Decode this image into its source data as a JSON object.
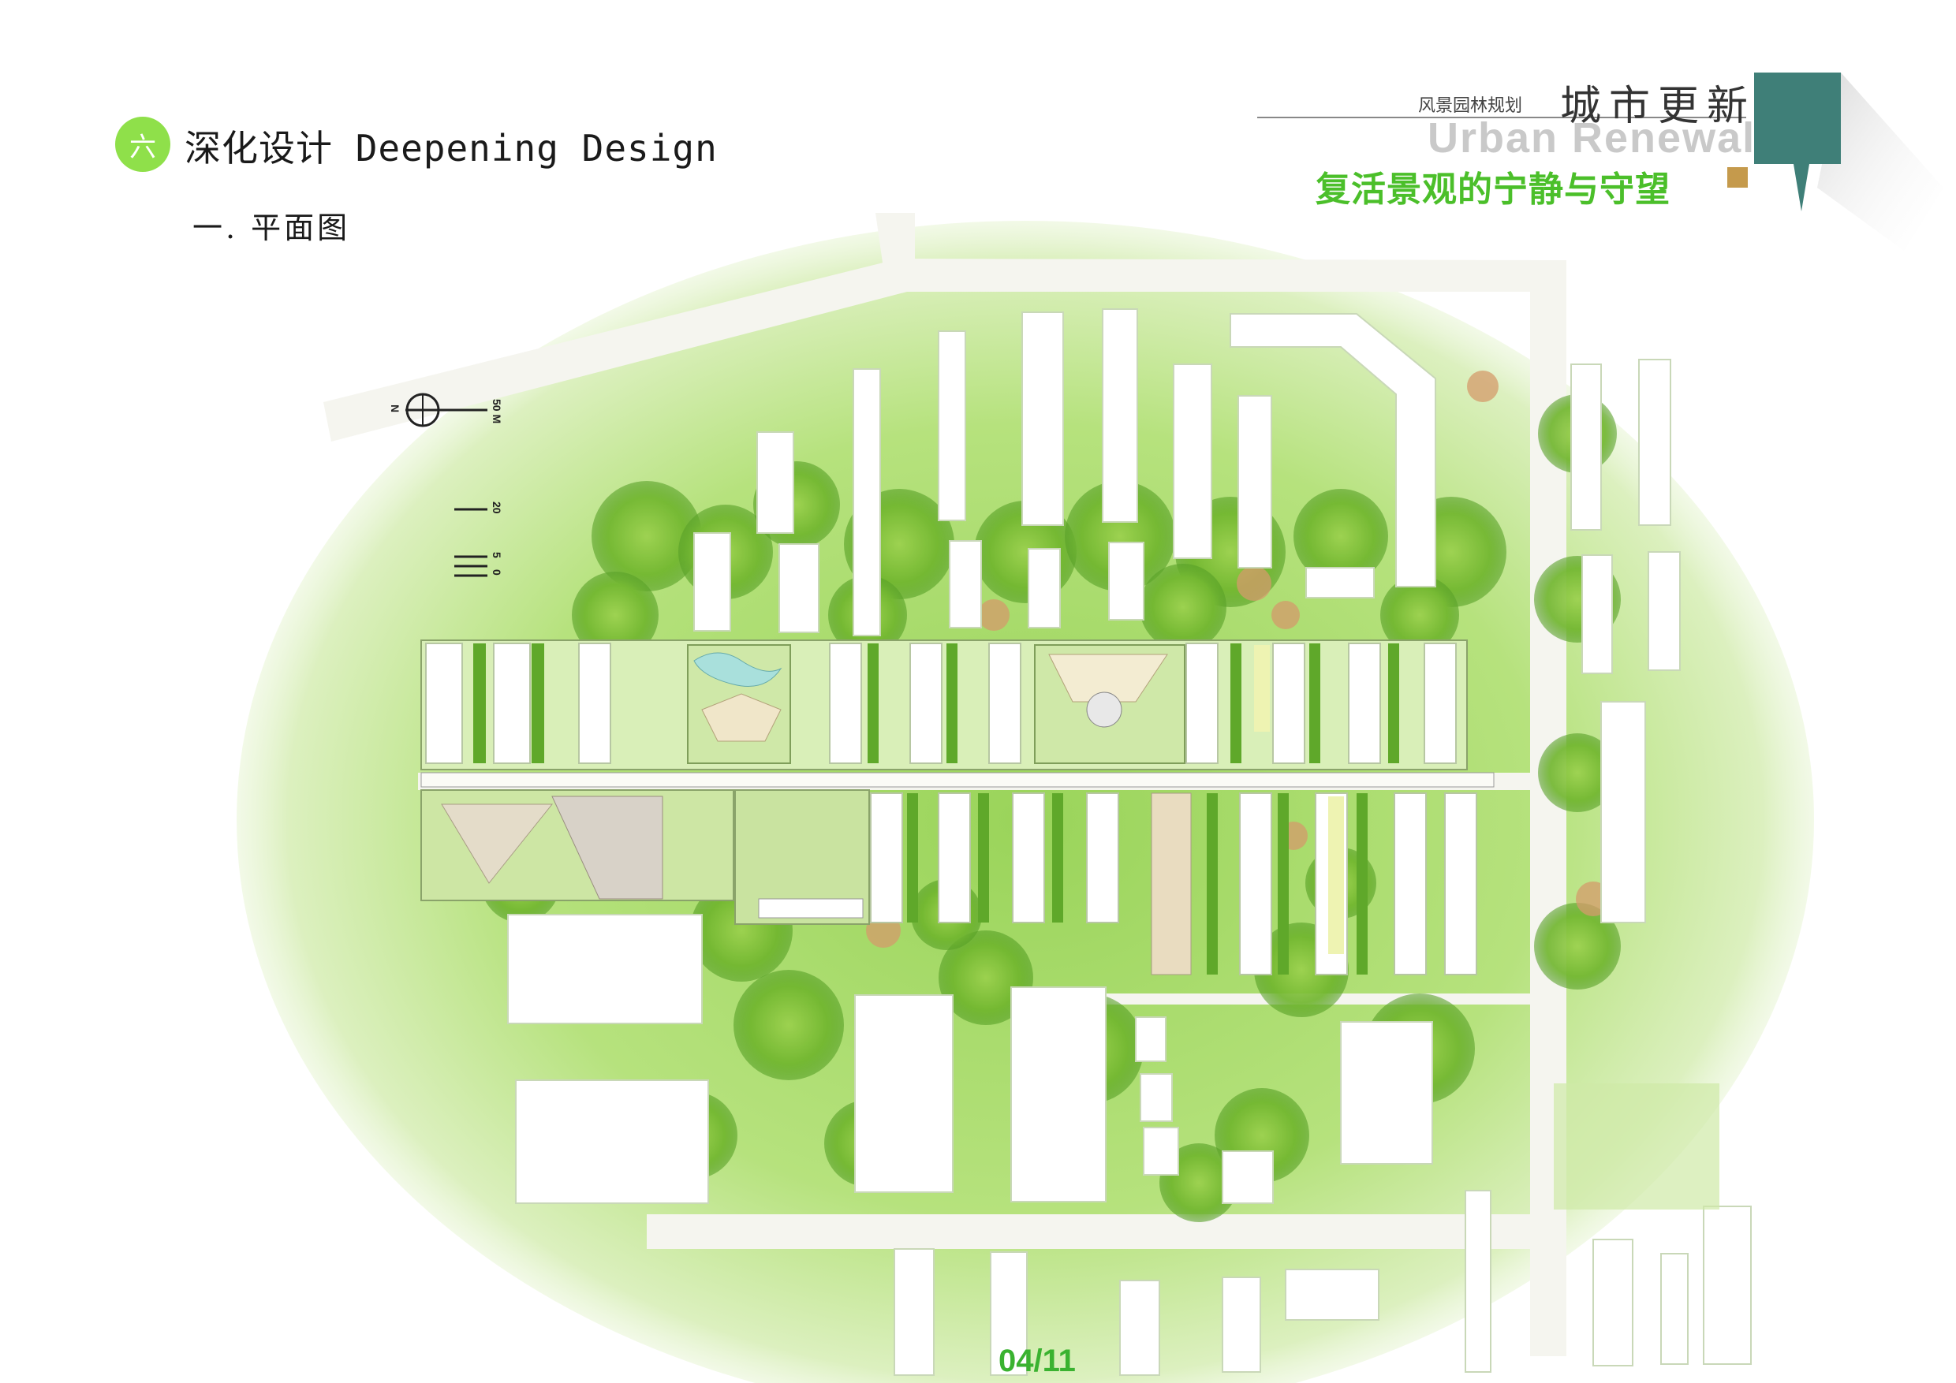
{
  "header": {
    "section_number": "六",
    "section_title": "深化设计 Deepening Design",
    "subsection_title": "一. 平面图"
  },
  "branding": {
    "category": "风景园林规划",
    "title_cn": "城市更新",
    "title_en": "Urban Renewal",
    "slogan": "复活景观的宁静与守望"
  },
  "map": {
    "north_label": "N",
    "scale_labels": [
      "50 M",
      "20",
      "5",
      "0"
    ]
  },
  "footer": {
    "page_number": "04/11"
  },
  "colors": {
    "accent_green": "#8fe04a",
    "slogan_green": "#4bbf2a",
    "teal_banner": "#3f7f78",
    "gold_square": "#c59a4c"
  }
}
